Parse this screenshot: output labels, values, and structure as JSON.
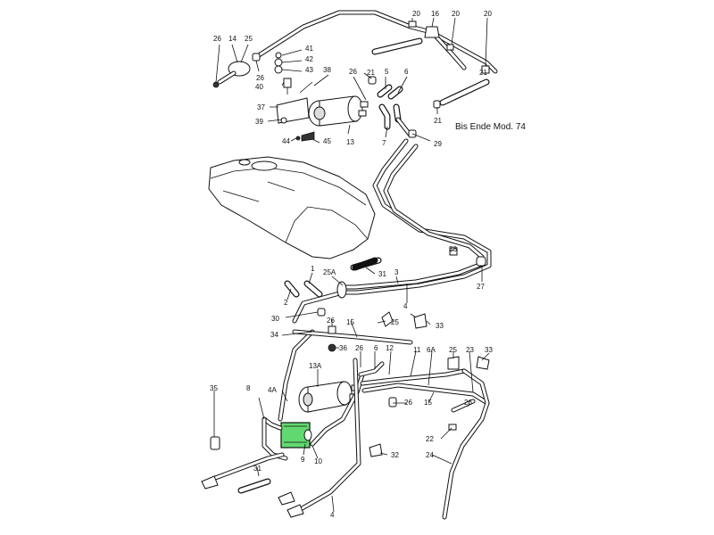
{
  "note": "Bis Ende Mod. 74",
  "highlight_color": "#2ecc40",
  "labels": [
    {
      "id": "20a",
      "text": "20"
    },
    {
      "id": "16",
      "text": "16"
    },
    {
      "id": "20b",
      "text": "20"
    },
    {
      "id": "20c",
      "text": "20"
    },
    {
      "id": "26a",
      "text": "26"
    },
    {
      "id": "14",
      "text": "14"
    },
    {
      "id": "25a",
      "text": "25"
    },
    {
      "id": "41",
      "text": "41"
    },
    {
      "id": "42",
      "text": "42"
    },
    {
      "id": "43",
      "text": "43"
    },
    {
      "id": "38",
      "text": "38"
    },
    {
      "id": "40",
      "text": "40"
    },
    {
      "id": "26b",
      "text": "26"
    },
    {
      "id": "26c",
      "text": "26"
    },
    {
      "id": "5",
      "text": "5"
    },
    {
      "id": "6a",
      "text": "6"
    },
    {
      "id": "21a",
      "text": "21"
    },
    {
      "id": "21b",
      "text": "21"
    },
    {
      "id": "21c",
      "text": "21"
    },
    {
      "id": "37",
      "text": "37"
    },
    {
      "id": "39",
      "text": "39"
    },
    {
      "id": "44",
      "text": "44"
    },
    {
      "id": "45",
      "text": "45"
    },
    {
      "id": "13",
      "text": "13"
    },
    {
      "id": "7",
      "text": "7"
    },
    {
      "id": "29",
      "text": "29"
    },
    {
      "id": "28",
      "text": "28"
    },
    {
      "id": "27",
      "text": "27"
    },
    {
      "id": "1",
      "text": "1"
    },
    {
      "id": "25A",
      "text": "25A"
    },
    {
      "id": "31a",
      "text": "31"
    },
    {
      "id": "3",
      "text": "3"
    },
    {
      "id": "2",
      "text": "2"
    },
    {
      "id": "4a",
      "text": "4"
    },
    {
      "id": "30",
      "text": "30"
    },
    {
      "id": "26d",
      "text": "26"
    },
    {
      "id": "15a",
      "text": "15"
    },
    {
      "id": "25b",
      "text": "25"
    },
    {
      "id": "33a",
      "text": "33"
    },
    {
      "id": "34",
      "text": "34"
    },
    {
      "id": "36",
      "text": "36"
    },
    {
      "id": "26e",
      "text": "26"
    },
    {
      "id": "6b",
      "text": "6"
    },
    {
      "id": "12",
      "text": "12"
    },
    {
      "id": "11",
      "text": "11"
    },
    {
      "id": "6A",
      "text": "6A"
    },
    {
      "id": "25c",
      "text": "25"
    },
    {
      "id": "23",
      "text": "23"
    },
    {
      "id": "33b",
      "text": "33"
    },
    {
      "id": "13A",
      "text": "13A"
    },
    {
      "id": "35",
      "text": "35"
    },
    {
      "id": "8",
      "text": "8"
    },
    {
      "id": "4A",
      "text": "4A"
    },
    {
      "id": "26f",
      "text": "26"
    },
    {
      "id": "15b",
      "text": "15"
    },
    {
      "id": "26g",
      "text": "26"
    },
    {
      "id": "9",
      "text": "9"
    },
    {
      "id": "10",
      "text": "10"
    },
    {
      "id": "22",
      "text": "22"
    },
    {
      "id": "32",
      "text": "32"
    },
    {
      "id": "24",
      "text": "24"
    },
    {
      "id": "31b",
      "text": "31"
    },
    {
      "id": "4b",
      "text": "4"
    }
  ]
}
